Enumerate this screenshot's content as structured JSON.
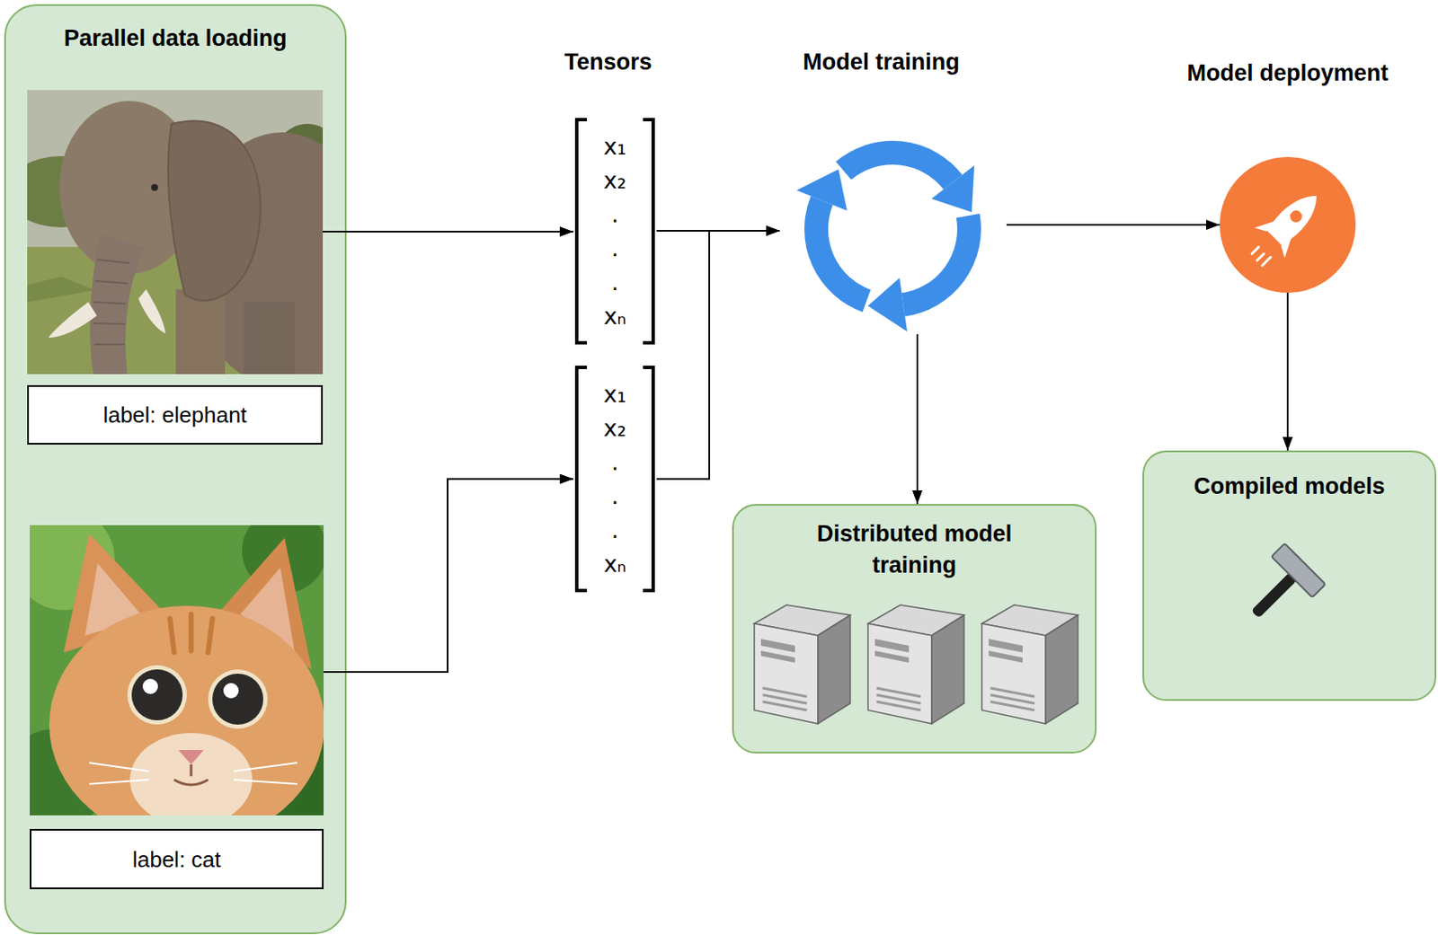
{
  "diagram": {
    "nodes": [
      {
        "text": [
          "Parallel data loading"
        ]
      },
      {
        "text": [
          "label: elephant"
        ],
        "in": 0
      },
      {
        "text": [
          "label: cat"
        ],
        "in": 0
      },
      {
        "text": [
          "x₁",
          "x₂",
          ".",
          ".",
          ".",
          "xₙ"
        ]
      },
      {
        "text": [
          "x₁",
          "x₂",
          ".",
          ".",
          ".",
          "xₙ"
        ]
      },
      {
        "text": [
          "Model training"
        ]
      },
      {
        "text": [
          "Distributed model training"
        ]
      },
      {
        "text": [
          "Model deployment"
        ]
      },
      {
        "text": [
          "Compiled models"
        ]
      }
    ],
    "edges": [
      {
        "from": 1,
        "to": 3,
        "arrow": "to"
      },
      {
        "from": 2,
        "to": 4,
        "arrow": "to"
      },
      {
        "from": 3,
        "to": 5,
        "arrow": "to"
      },
      {
        "from": 4,
        "to": 5,
        "arrow": "to"
      },
      {
        "from": 5,
        "to": 6,
        "arrow": "to"
      },
      {
        "from": 5,
        "to": 7,
        "arrow": "to"
      },
      {
        "from": 7,
        "to": 8,
        "arrow": "to"
      }
    ],
    "labels": [
      "Tensors"
    ]
  }
}
